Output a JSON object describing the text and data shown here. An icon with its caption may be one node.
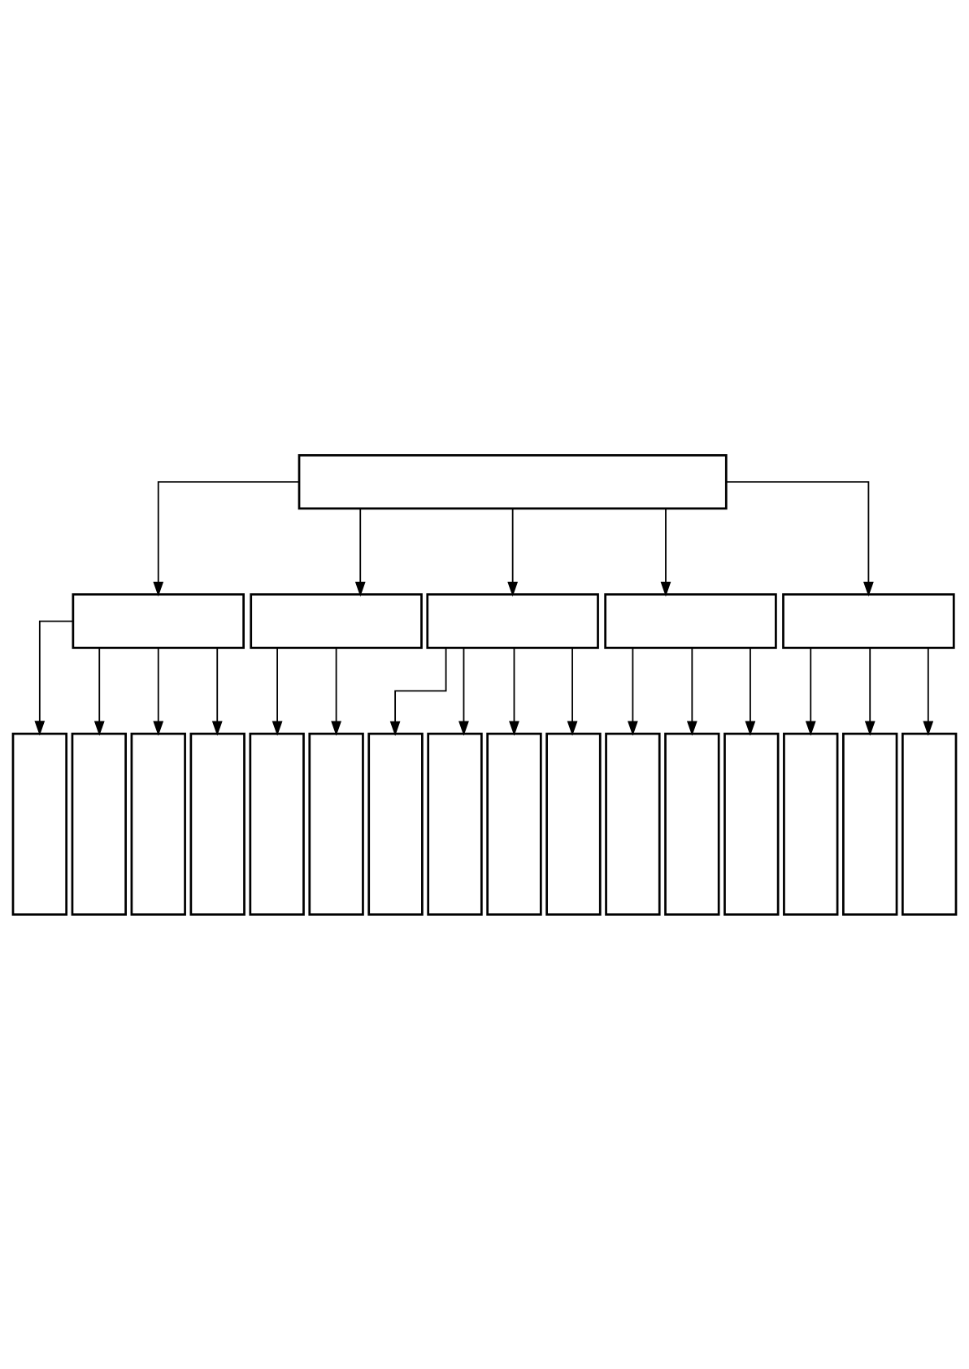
{
  "diagram": {
    "nodes": [
      {
        "text": [],
        "shape": "box"
      },
      {
        "text": [],
        "shape": "box"
      },
      {
        "text": [],
        "shape": "box"
      },
      {
        "text": [],
        "shape": "box"
      },
      {
        "text": [],
        "shape": "box"
      },
      {
        "text": [],
        "shape": "box"
      },
      {
        "text": [],
        "shape": "bar"
      },
      {
        "text": [],
        "shape": "bar"
      },
      {
        "text": [],
        "shape": "bar"
      },
      {
        "text": [],
        "shape": "bar"
      },
      {
        "text": [],
        "shape": "bar"
      },
      {
        "text": [],
        "shape": "bar"
      },
      {
        "text": [],
        "shape": "bar"
      },
      {
        "text": [],
        "shape": "bar"
      },
      {
        "text": [],
        "shape": "bar"
      },
      {
        "text": [],
        "shape": "bar"
      },
      {
        "text": [],
        "shape": "bar"
      },
      {
        "text": [],
        "shape": "bar"
      },
      {
        "text": [],
        "shape": "bar"
      },
      {
        "text": [],
        "shape": "bar"
      },
      {
        "text": [],
        "shape": "bar"
      },
      {
        "text": [],
        "shape": "bar"
      }
    ],
    "edges": [
      {
        "from": 0,
        "to": 1,
        "arrow": "to"
      },
      {
        "from": 0,
        "to": 2,
        "arrow": "to"
      },
      {
        "from": 0,
        "to": 3,
        "arrow": "to"
      },
      {
        "from": 0,
        "to": 4,
        "arrow": "to"
      },
      {
        "from": 0,
        "to": 5,
        "arrow": "to"
      },
      {
        "from": 1,
        "to": 6,
        "arrow": "to"
      },
      {
        "from": 1,
        "to": 7,
        "arrow": "to"
      },
      {
        "from": 1,
        "to": 8,
        "arrow": "to"
      },
      {
        "from": 1,
        "to": 9,
        "arrow": "to"
      },
      {
        "from": 2,
        "to": 10,
        "arrow": "to"
      },
      {
        "from": 2,
        "to": 11,
        "arrow": "to"
      },
      {
        "from": 3,
        "to": 12,
        "arrow": "to"
      },
      {
        "from": 3,
        "to": 13,
        "arrow": "to"
      },
      {
        "from": 3,
        "to": 14,
        "arrow": "to"
      },
      {
        "from": 3,
        "to": 15,
        "arrow": "to"
      },
      {
        "from": 4,
        "to": 16,
        "arrow": "to"
      },
      {
        "from": 4,
        "to": 17,
        "arrow": "to"
      },
      {
        "from": 4,
        "to": 18,
        "arrow": "to"
      },
      {
        "from": 5,
        "to": 19,
        "arrow": "to"
      },
      {
        "from": 5,
        "to": 20,
        "arrow": "to"
      },
      {
        "from": 5,
        "to": 21,
        "arrow": "to"
      }
    ]
  }
}
